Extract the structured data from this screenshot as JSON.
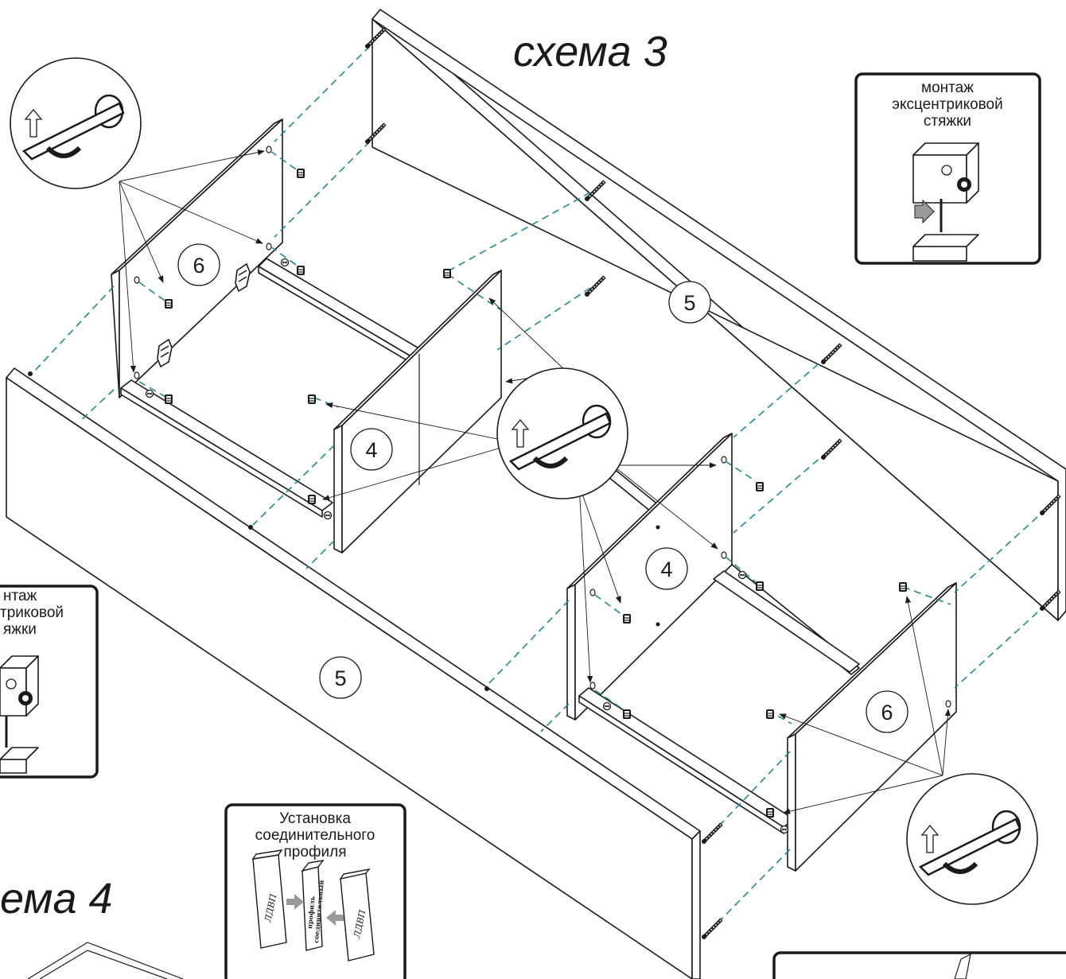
{
  "diagram": {
    "title_scheme3": "схема 3",
    "title_scheme4": "ема 4",
    "part_labels": {
      "p6_left": "6",
      "p5_back": "5",
      "p4_left": "4",
      "p4_right": "4",
      "p5_front": "5",
      "p6_right": "6"
    },
    "eccentric_box_right": {
      "line1": "монтаж",
      "line2": "эксцентриковой",
      "line3": "стяжки"
    },
    "eccentric_box_left": {
      "line1": "нтаж",
      "line2": "триковой",
      "line3": "яжки"
    },
    "profile_box": {
      "line1": "Установка",
      "line2": "соединительного",
      "line3": "профиля",
      "panel_left_text": "ЛДВП",
      "profile_text_1": "профиль",
      "profile_text_2": "соединительный",
      "panel_right_text": "ЛДВП"
    },
    "icons": {
      "screwdriver_detail": "screwdriver-detail-icon",
      "cam_lock": "cam-lock-icon",
      "dowel": "dowel-icon",
      "confirmat": "confirmat-screw-icon"
    },
    "colors": {
      "line": "#1a1a1a",
      "dash": "#1f8a8f",
      "arrow_fill": "#9a9a9a"
    }
  }
}
